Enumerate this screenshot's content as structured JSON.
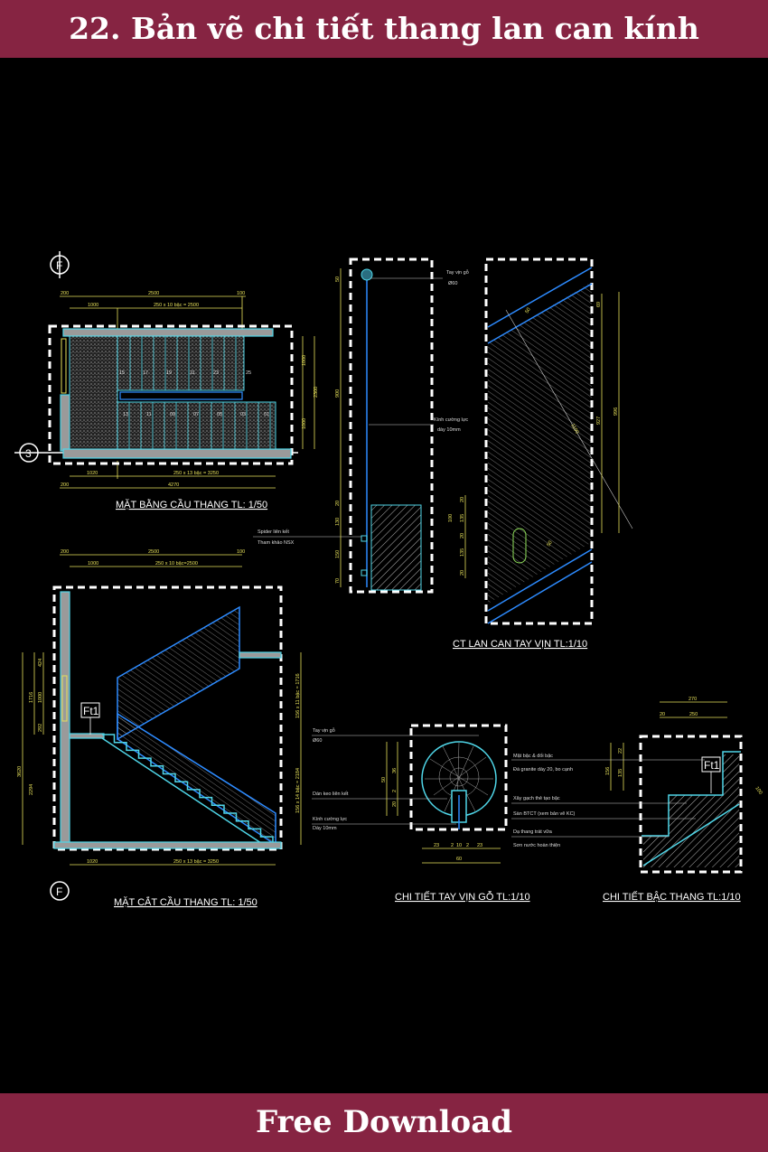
{
  "header": {
    "title": "22. Bản vẽ chi tiết thang lan can kính"
  },
  "footer": {
    "download_label": "Free Download"
  },
  "plan": {
    "title": "MẶT BẰNG CẦU THANG TL: 1/50",
    "axis_f": "F",
    "axis_3": "3",
    "dims_top": [
      "200",
      "2500",
      "100",
      "1000",
      "250 x 10 bậc = 2500"
    ],
    "dims_bottom": [
      "1020",
      "250 x 13 bậc = 3250",
      "200",
      "4270"
    ],
    "dims_right": [
      "1000",
      "2300",
      "1000"
    ],
    "steps_upper": [
      "15",
      "17",
      "19",
      "21",
      "23",
      "25"
    ],
    "steps_lower": [
      "13",
      "11",
      "09",
      "07",
      "05",
      "03",
      "01"
    ]
  },
  "railing": {
    "title": "CT LAN CAN TAY VỊN TL:1/10",
    "handrail_label": "Tay vịn gỗ",
    "handrail_dia": "Ø60",
    "glass_label": "Kính cường lực",
    "glass_thickness": "dày 10mm",
    "spider_label": "Spider liên kết",
    "spider_ref": "Tham khảo NSX",
    "dims_left": [
      "50",
      "900",
      "20",
      "130",
      "150",
      "70"
    ],
    "dims_mid": [
      "20",
      "100",
      "135",
      "20",
      "135",
      "20"
    ],
    "dims_right": [
      "69",
      "927",
      "996",
      "1100",
      "50",
      "50"
    ]
  },
  "section": {
    "title": "MẶT CẮT CẦU THANG TL: 1/50",
    "tag": "Ft1",
    "axis_f": "F",
    "dims_top": [
      "200",
      "2500",
      "100",
      "1000",
      "250 x 10 bậc=2500"
    ],
    "dims_left": [
      "3620",
      "1716",
      "424",
      "1000",
      "292",
      "2294"
    ],
    "dims_right": [
      "156 x 11 bậc = 1716",
      "156 x 14 bậc = 2184"
    ],
    "dims_bottom": [
      "1020",
      "250 x 13 bậc = 3250"
    ]
  },
  "handrail_detail": {
    "title": "CHI TIẾT TAY VỊN GỖ TL:1/10",
    "labels": [
      "Tay vịn gỗ",
      "Ø60",
      "Dán keo liên kết",
      "Kính cường lực",
      "Dày 10mm"
    ],
    "dims_left": [
      "36",
      "50",
      "2",
      "20"
    ],
    "dims_bottom": [
      "23",
      "2",
      "10",
      "2",
      "23",
      "60"
    ]
  },
  "step_detail": {
    "title": "CHI TIẾT BẬC THANG TL:1/10",
    "tag": "Ft1",
    "dims_top": [
      "270",
      "20",
      "250"
    ],
    "dims_left": [
      "22",
      "156",
      "135"
    ],
    "dim_slope": "100",
    "labels": [
      "Mặt bậc & đối bậc",
      "Đá granite dày 20, bo cạnh",
      "Xây gạch thẻ tạo bậc",
      "Sàn BTCT (xem bản vẽ KC)",
      "Dạ thang trát vữa",
      "Sơn nước hoàn thiện"
    ]
  },
  "colors": {
    "banner": "#862442",
    "background": "#000000",
    "cad_cyan": "#4fd6e8",
    "cad_blue": "#2d8bff",
    "dim_yellow": "#e6e05a"
  }
}
